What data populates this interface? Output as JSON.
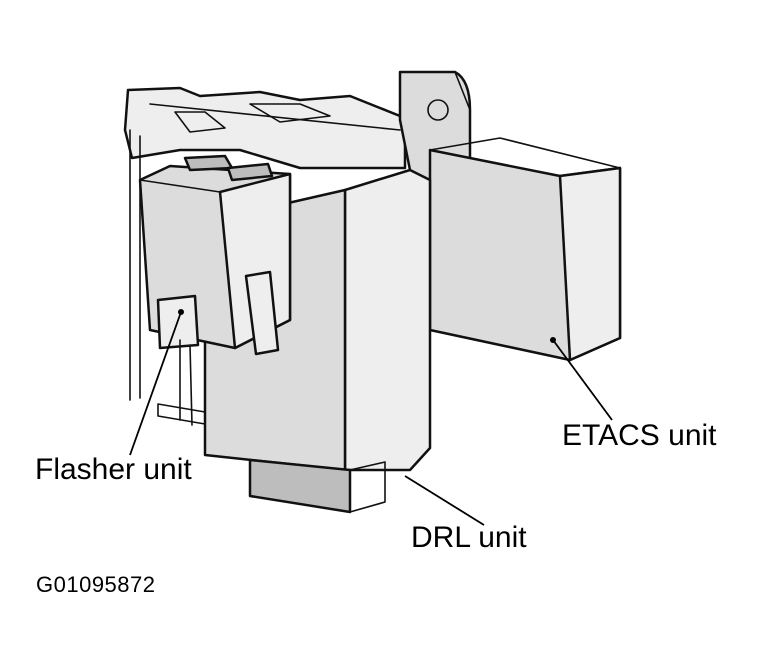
{
  "labels": {
    "flasher_unit": "Flasher unit",
    "drl_unit": "DRL unit",
    "etacs_unit": "ETACS unit"
  },
  "figure_id": "G01095872",
  "colors": {
    "background": "#ffffff",
    "line": "#111111",
    "part_fill": "#dcdcdc"
  }
}
